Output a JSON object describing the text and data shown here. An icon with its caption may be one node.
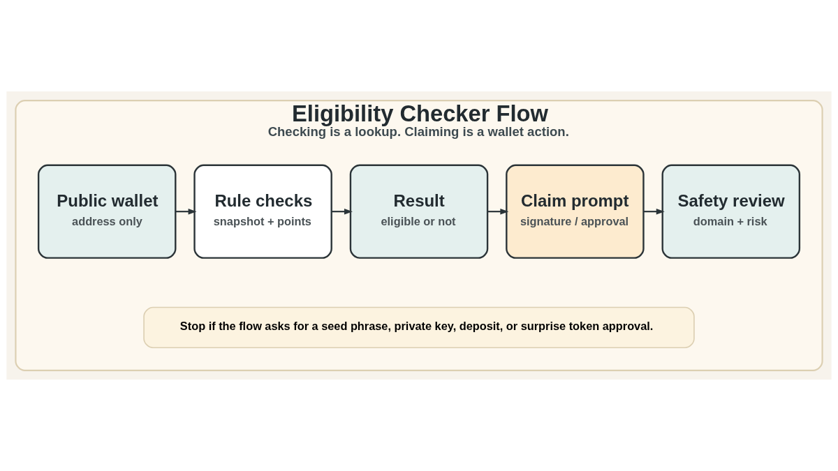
{
  "diagram": {
    "nodes": [
      {
        "text": [
          "Eligibility Checker Flow",
          "Checking is a lookup. Claiming is a wallet action."
        ]
      },
      {
        "text": [
          "Public wallet",
          "address only"
        ],
        "in": 0
      },
      {
        "text": [
          "Rule checks",
          "snapshot + points"
        ],
        "in": 0
      },
      {
        "text": [
          "Result",
          "eligible or not"
        ],
        "in": 0
      },
      {
        "text": [
          "Claim prompt",
          "signature / approval"
        ],
        "in": 0
      },
      {
        "text": [
          "Safety review",
          "domain + risk"
        ],
        "in": 0
      },
      {
        "text": [
          "Stop if the flow asks for a seed phrase, private key, deposit, or surprise token approval."
        ],
        "in": 0
      }
    ],
    "edges": [
      {
        "from": 1,
        "to": 2,
        "arrow": "to"
      },
      {
        "from": 2,
        "to": 3,
        "arrow": "to"
      },
      {
        "from": 3,
        "to": 4,
        "arrow": "to"
      },
      {
        "from": 4,
        "to": 5,
        "arrow": "to"
      }
    ]
  }
}
